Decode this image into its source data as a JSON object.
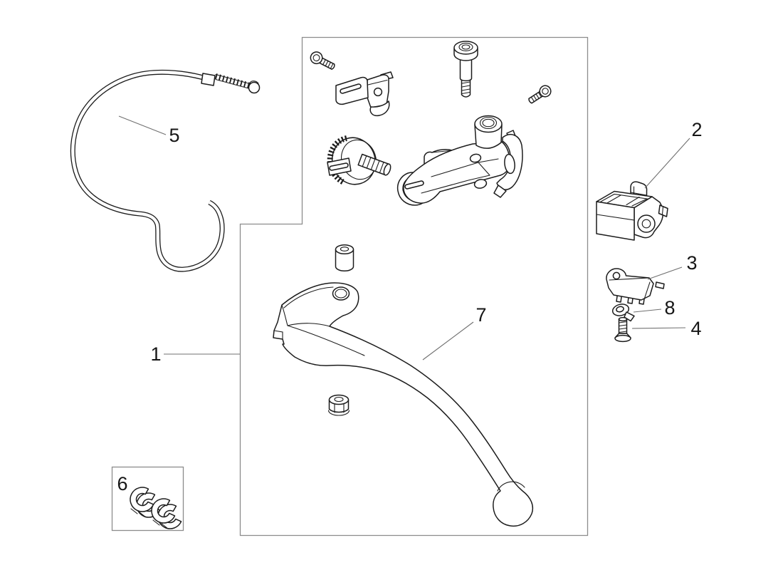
{
  "diagram": {
    "type": "exploded-parts-diagram",
    "colors": {
      "background": "#ffffff",
      "part_line": "#1c1c1c",
      "frame_line": "#8c8c8c",
      "leader_line": "#707070",
      "label_text": "#161616"
    },
    "callouts": {
      "c1": {
        "label": "1"
      },
      "c2": {
        "label": "2"
      },
      "c3": {
        "label": "3"
      },
      "c4": {
        "label": "4"
      },
      "c5": {
        "label": "5"
      },
      "c6": {
        "label": "6"
      },
      "c7": {
        "label": "7"
      },
      "c8": {
        "label": "8"
      }
    }
  }
}
